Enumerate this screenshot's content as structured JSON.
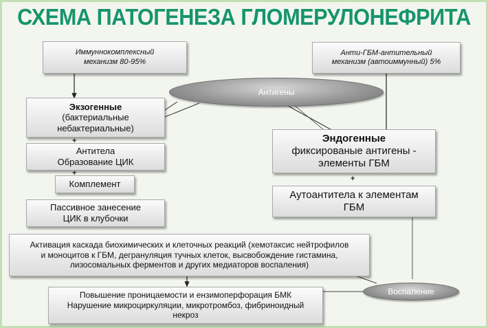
{
  "title": "СХЕМА ПАТОГЕНЕЗА ГЛОМЕРУЛОНЕФРИТА",
  "immune_complex": {
    "line1": "Иммуннокомплексный",
    "line2": "механизм 80-95%"
  },
  "anti_gbm": {
    "line1": "Анти-ГБМ-антительный",
    "line2": "механизм (автоиммунный) 5%"
  },
  "antigens": "Антигены",
  "exogenous": {
    "line1": "Экзогенные",
    "line2": "(бактериальные",
    "line3": "небактериальные)"
  },
  "antibodies": {
    "line1": "Антитела",
    "line2": "Образование ЦИК"
  },
  "complement": "Комплемент",
  "passive": {
    "line1": "Пассивное занесение",
    "line2": "ЦИК в клубочки"
  },
  "endogenous": {
    "line1": "Эндогенные",
    "line2": "фиксированые антигены -",
    "line3": "элементы ГБМ"
  },
  "autoantibodies": {
    "line1": "Аутоантитела к элементам",
    "line2": "ГБМ"
  },
  "activation": {
    "line1": "Активация каскада биохимических и клеточных реакций (хемотаксис нейтрофилов",
    "line2": "и моноцитов к ГБМ, дегрануляция тучных клеток, высвобождение гистамина,",
    "line3": "лизосомальных ферментов и других медиаторов воспаления)"
  },
  "permeability": {
    "line1": "Повышение проницаемости и ензимоперфорация БМК",
    "line2": "Нарушение микроциркуляции, микротромбоз, фибриноидный",
    "line3": "некроз"
  },
  "inflammation": "Воспаление",
  "plus": "+"
}
